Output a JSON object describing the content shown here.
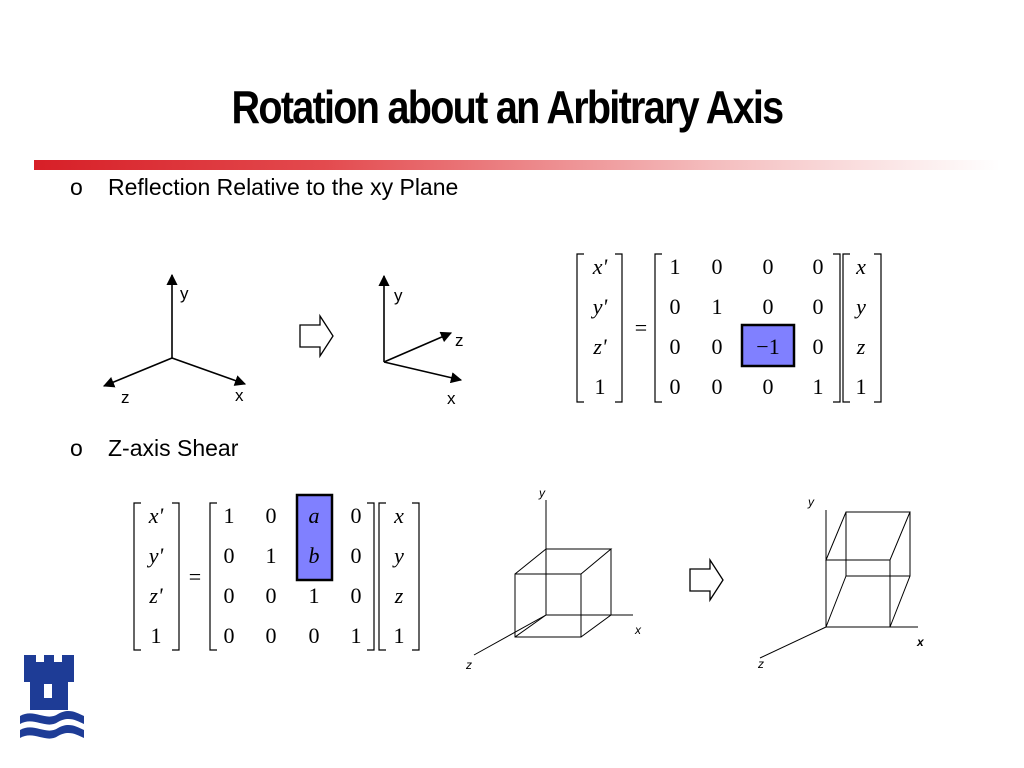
{
  "slide": {
    "title": "Rotation about an Arbitrary Axis",
    "bullets": [
      {
        "marker": "o",
        "text": "Reflection Relative to the xy Plane"
      },
      {
        "marker": "o",
        "text": "Z-axis Shear"
      }
    ]
  },
  "axis_labels": {
    "y": "y",
    "x": "x",
    "z": "z"
  },
  "matrix_reflection": {
    "lhs": [
      "x'",
      "y'",
      "z'",
      "1"
    ],
    "equals": "=",
    "rows": [
      [
        "1",
        "0",
        "0",
        "0"
      ],
      [
        "0",
        "1",
        "0",
        "0"
      ],
      [
        "0",
        "0",
        "−1",
        "0"
      ],
      [
        "0",
        "0",
        "0",
        "1"
      ]
    ],
    "rhs": [
      "x",
      "y",
      "z",
      "1"
    ]
  },
  "matrix_shear": {
    "lhs": [
      "x'",
      "y'",
      "z'",
      "1"
    ],
    "equals": "=",
    "rows": [
      [
        "1",
        "0",
        "a",
        "0"
      ],
      [
        "0",
        "1",
        "b",
        "0"
      ],
      [
        "0",
        "0",
        "1",
        "0"
      ],
      [
        "0",
        "0",
        "0",
        "1"
      ]
    ],
    "rhs": [
      "x",
      "y",
      "z",
      "1"
    ]
  },
  "colors": {
    "accent_rule": "#d71f27",
    "highlight": "#8080ff",
    "logo": "#1e3c96"
  },
  "icons": [
    "right-arrow-icon",
    "university-crest-icon"
  ]
}
